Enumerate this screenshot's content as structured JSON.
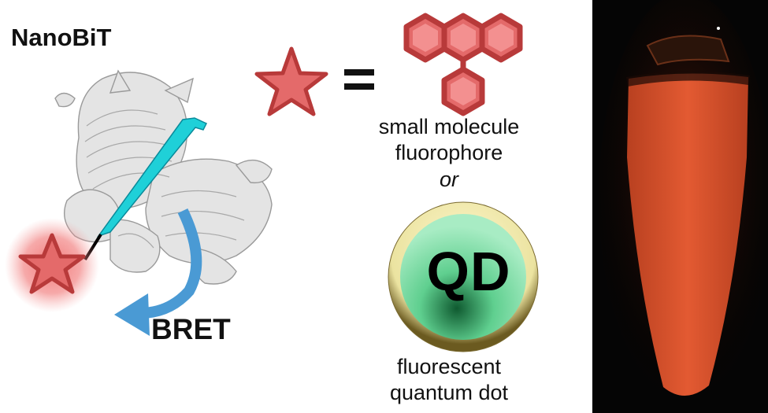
{
  "title": "NanoBiT",
  "energy_transfer_label": "BRET",
  "acceptor_options": {
    "small_molecule_line1": "small molecule",
    "small_molecule_line2": "fluorophore",
    "or_label": "or",
    "quantum_dot_line1": "fluorescent",
    "quantum_dot_line2": "quantum dot",
    "quantum_dot_symbol": "QD"
  },
  "colors": {
    "star_fill": "#e46a6a",
    "star_stroke": "#b83a3a",
    "peptide": "#1fd0d8",
    "bret_arrow": "#4a9ad4",
    "protein": "#e4e4e4",
    "qd_core": "#66d89a",
    "qd_shell": "#ede6a8",
    "tube_glow": "#e0552e"
  }
}
